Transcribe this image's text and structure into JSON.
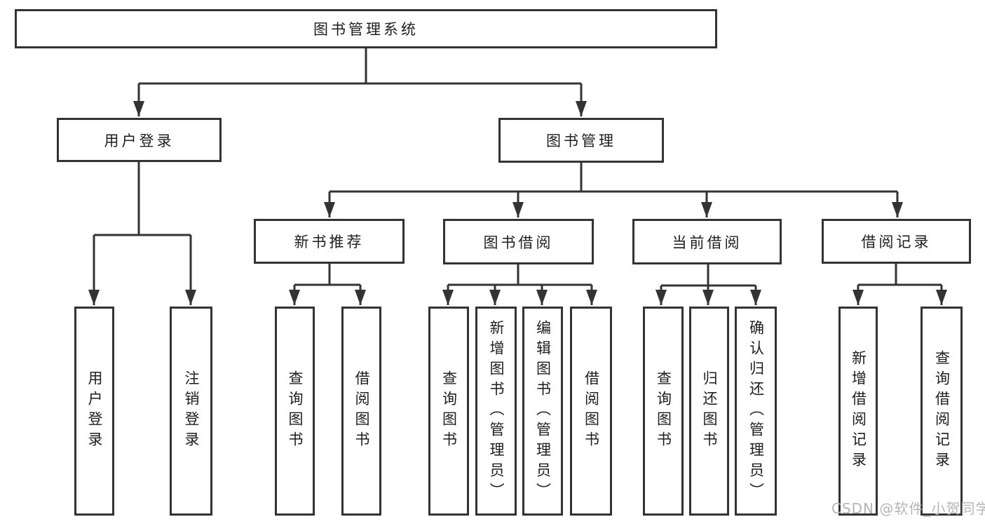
{
  "diagram": {
    "root": "图书管理系统",
    "branches": [
      {
        "label": "用户登录",
        "children": [
          "用户登录",
          "注销登录"
        ]
      },
      {
        "label": "图书管理",
        "children": [
          {
            "label": "新书推荐",
            "children": [
              "查询图书",
              "借阅图书"
            ]
          },
          {
            "label": "图书借阅",
            "children": [
              "查询图书",
              "新增图书（管理员）",
              "编辑图书（管理员）",
              "借阅图书"
            ]
          },
          {
            "label": "当前借阅",
            "children": [
              "查询图书",
              "归还图书",
              "确认归还（管理员）"
            ]
          },
          {
            "label": "借阅记录",
            "children": [
              "新增借阅记录",
              "查询借阅记录"
            ]
          }
        ]
      }
    ],
    "watermark": "CSDN @软件_小贺同学",
    "colors": {
      "line": "#333333",
      "text": "#1e1e1e",
      "background": "#ffffff",
      "watermark": "#b5b5b5"
    }
  }
}
